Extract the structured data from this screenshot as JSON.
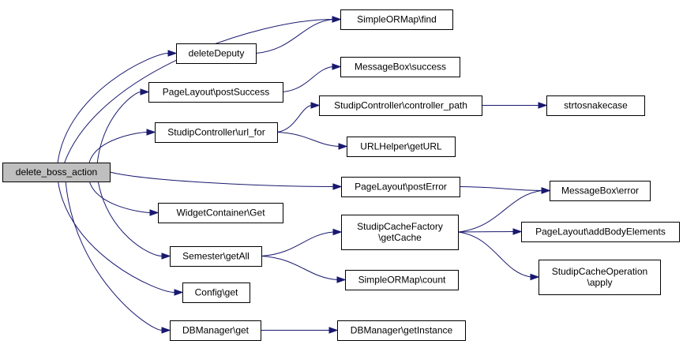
{
  "graph": {
    "edge_color": "#191970",
    "root_fill": "#bfbfbf",
    "nodes": {
      "delete_boss_action": {
        "lines": [
          "delete_boss_action"
        ],
        "root": true
      },
      "find": {
        "lines": [
          "SimpleORMap\\find"
        ]
      },
      "deleteDeputy": {
        "lines": [
          "deleteDeputy"
        ]
      },
      "postSuccess": {
        "lines": [
          "PageLayout\\postSuccess"
        ]
      },
      "url_for": {
        "lines": [
          "StudipController\\url_for"
        ]
      },
      "widget_get": {
        "lines": [
          "WidgetContainer\\Get"
        ]
      },
      "getAll": {
        "lines": [
          "Semester\\getAll"
        ]
      },
      "config_get": {
        "lines": [
          "Config\\get"
        ]
      },
      "dbm_get": {
        "lines": [
          "DBManager\\get"
        ]
      },
      "msg_success": {
        "lines": [
          "MessageBox\\success"
        ]
      },
      "controller_path": {
        "lines": [
          "StudipController\\controller_path"
        ]
      },
      "getURL": {
        "lines": [
          "URLHelper\\getURL"
        ]
      },
      "postError": {
        "lines": [
          "PageLayout\\postError"
        ]
      },
      "getCache": {
        "lines": [
          "StudipCacheFactory",
          "\\getCache"
        ]
      },
      "orm_count": {
        "lines": [
          "SimpleORMap\\count"
        ]
      },
      "getInstance": {
        "lines": [
          "DBManager\\getInstance"
        ]
      },
      "strtosnakecase": {
        "lines": [
          "strtosnakecase"
        ]
      },
      "msg_error": {
        "lines": [
          "MessageBox\\error"
        ]
      },
      "addBodyElements": {
        "lines": [
          "PageLayout\\addBodyElements"
        ]
      },
      "cache_apply": {
        "lines": [
          "StudipCacheOperation",
          "\\apply"
        ]
      }
    },
    "edges": [
      [
        "delete_boss_action",
        "find"
      ],
      [
        "delete_boss_action",
        "deleteDeputy"
      ],
      [
        "delete_boss_action",
        "postSuccess"
      ],
      [
        "delete_boss_action",
        "url_for"
      ],
      [
        "delete_boss_action",
        "postError"
      ],
      [
        "delete_boss_action",
        "widget_get"
      ],
      [
        "delete_boss_action",
        "getAll"
      ],
      [
        "delete_boss_action",
        "config_get"
      ],
      [
        "delete_boss_action",
        "dbm_get"
      ],
      [
        "deleteDeputy",
        "find"
      ],
      [
        "postSuccess",
        "msg_success"
      ],
      [
        "url_for",
        "controller_path"
      ],
      [
        "url_for",
        "getURL"
      ],
      [
        "controller_path",
        "strtosnakecase"
      ],
      [
        "postError",
        "msg_error"
      ],
      [
        "getAll",
        "getCache"
      ],
      [
        "getAll",
        "orm_count"
      ],
      [
        "getCache",
        "msg_error"
      ],
      [
        "getCache",
        "addBodyElements"
      ],
      [
        "getCache",
        "cache_apply"
      ],
      [
        "dbm_get",
        "getInstance"
      ]
    ]
  }
}
